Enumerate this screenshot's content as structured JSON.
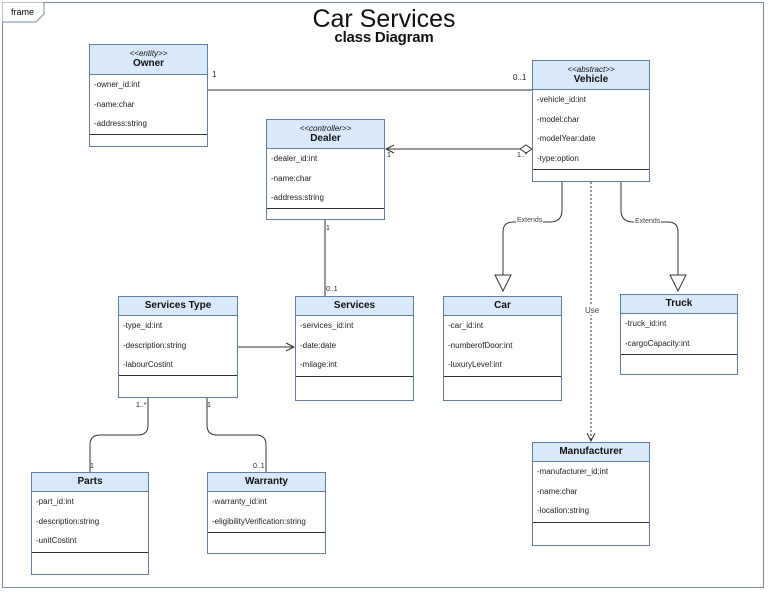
{
  "frame_label": "frame",
  "title": "Car Services",
  "subtitle": "class Diagram",
  "classes": {
    "owner": {
      "stereotype": "<<entity>>",
      "name": "Owner",
      "attributes": [
        "-owner_id:int",
        "-name:char",
        "-address:string"
      ]
    },
    "vehicle": {
      "stereotype": "<<abstract>>",
      "name": "Vehicle",
      "attributes": [
        "-vehicle_id:int",
        "-model:char",
        "-modelYear:date",
        "-type:option"
      ]
    },
    "dealer": {
      "stereotype": "<<controller>>",
      "name": "Dealer",
      "attributes": [
        "-dealer_id:int",
        "-name:char",
        "-address:string"
      ]
    },
    "services_type": {
      "name": "Services Type",
      "attributes": [
        "-type_id:int",
        "-description:string",
        "-labourCostint"
      ]
    },
    "services": {
      "name": "Services",
      "attributes": [
        "-services_id:int",
        "-date:date",
        "-milage:int"
      ]
    },
    "car": {
      "name": "Car",
      "attributes": [
        "-car_id:int",
        "-numberofDoor:int",
        "-luxuryLevel:int"
      ]
    },
    "truck": {
      "name": "Truck",
      "attributes": [
        "-truck_id:int",
        "-cargoCapacity:int"
      ]
    },
    "manufacturer": {
      "name": "Manufacturer",
      "attributes": [
        "-manufacturer_id:int",
        "-name:char",
        "-location:string"
      ]
    },
    "parts": {
      "name": "Parts",
      "attributes": [
        "-part_id:int",
        "-description:string",
        "-unitCostint"
      ]
    },
    "warranty": {
      "name": "Warranty",
      "attributes": [
        "-warranty_id:int",
        "-eligibilityVerification:string"
      ]
    }
  },
  "relations": {
    "owner_vehicle": {
      "source_mult": "1",
      "target_mult": "0..1"
    },
    "vehicle_dealer": {
      "source_mult": "1..*",
      "target_mult": "1"
    },
    "dealer_services": {
      "source_mult": "1",
      "target_mult": "0..1"
    },
    "vehicle_car": {
      "label": "Extends"
    },
    "vehicle_truck": {
      "label": "Extends"
    },
    "vehicle_manufacturer": {
      "label": "Use"
    },
    "servicestype_parts": {
      "source_mult": "1..*",
      "target_mult": "1"
    },
    "servicestype_warranty": {
      "source_mult": "1",
      "target_mult": "0..1"
    }
  },
  "colors": {
    "header_fill": "#dae8fc",
    "border": "#5f7fa6",
    "line": "#333333"
  }
}
